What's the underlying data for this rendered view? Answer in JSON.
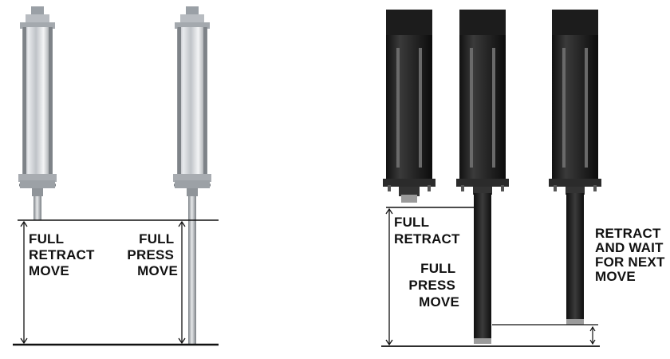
{
  "left_panel": {
    "label_left": [
      "FULL",
      "RETRACT",
      "MOVE"
    ],
    "label_right": [
      "FULL",
      "PRESS",
      "MOVE"
    ]
  },
  "right_panel": {
    "label_retract": [
      "FULL",
      "RETRACT"
    ],
    "label_press": [
      "FULL",
      "PRESS",
      "MOVE"
    ],
    "label_wait": [
      "RETRACT",
      "AND WAIT",
      "FOR NEXT",
      "MOVE"
    ]
  },
  "colors": {
    "silver": "#c9ccd0",
    "black_body": "#222222",
    "line": "#111111"
  }
}
